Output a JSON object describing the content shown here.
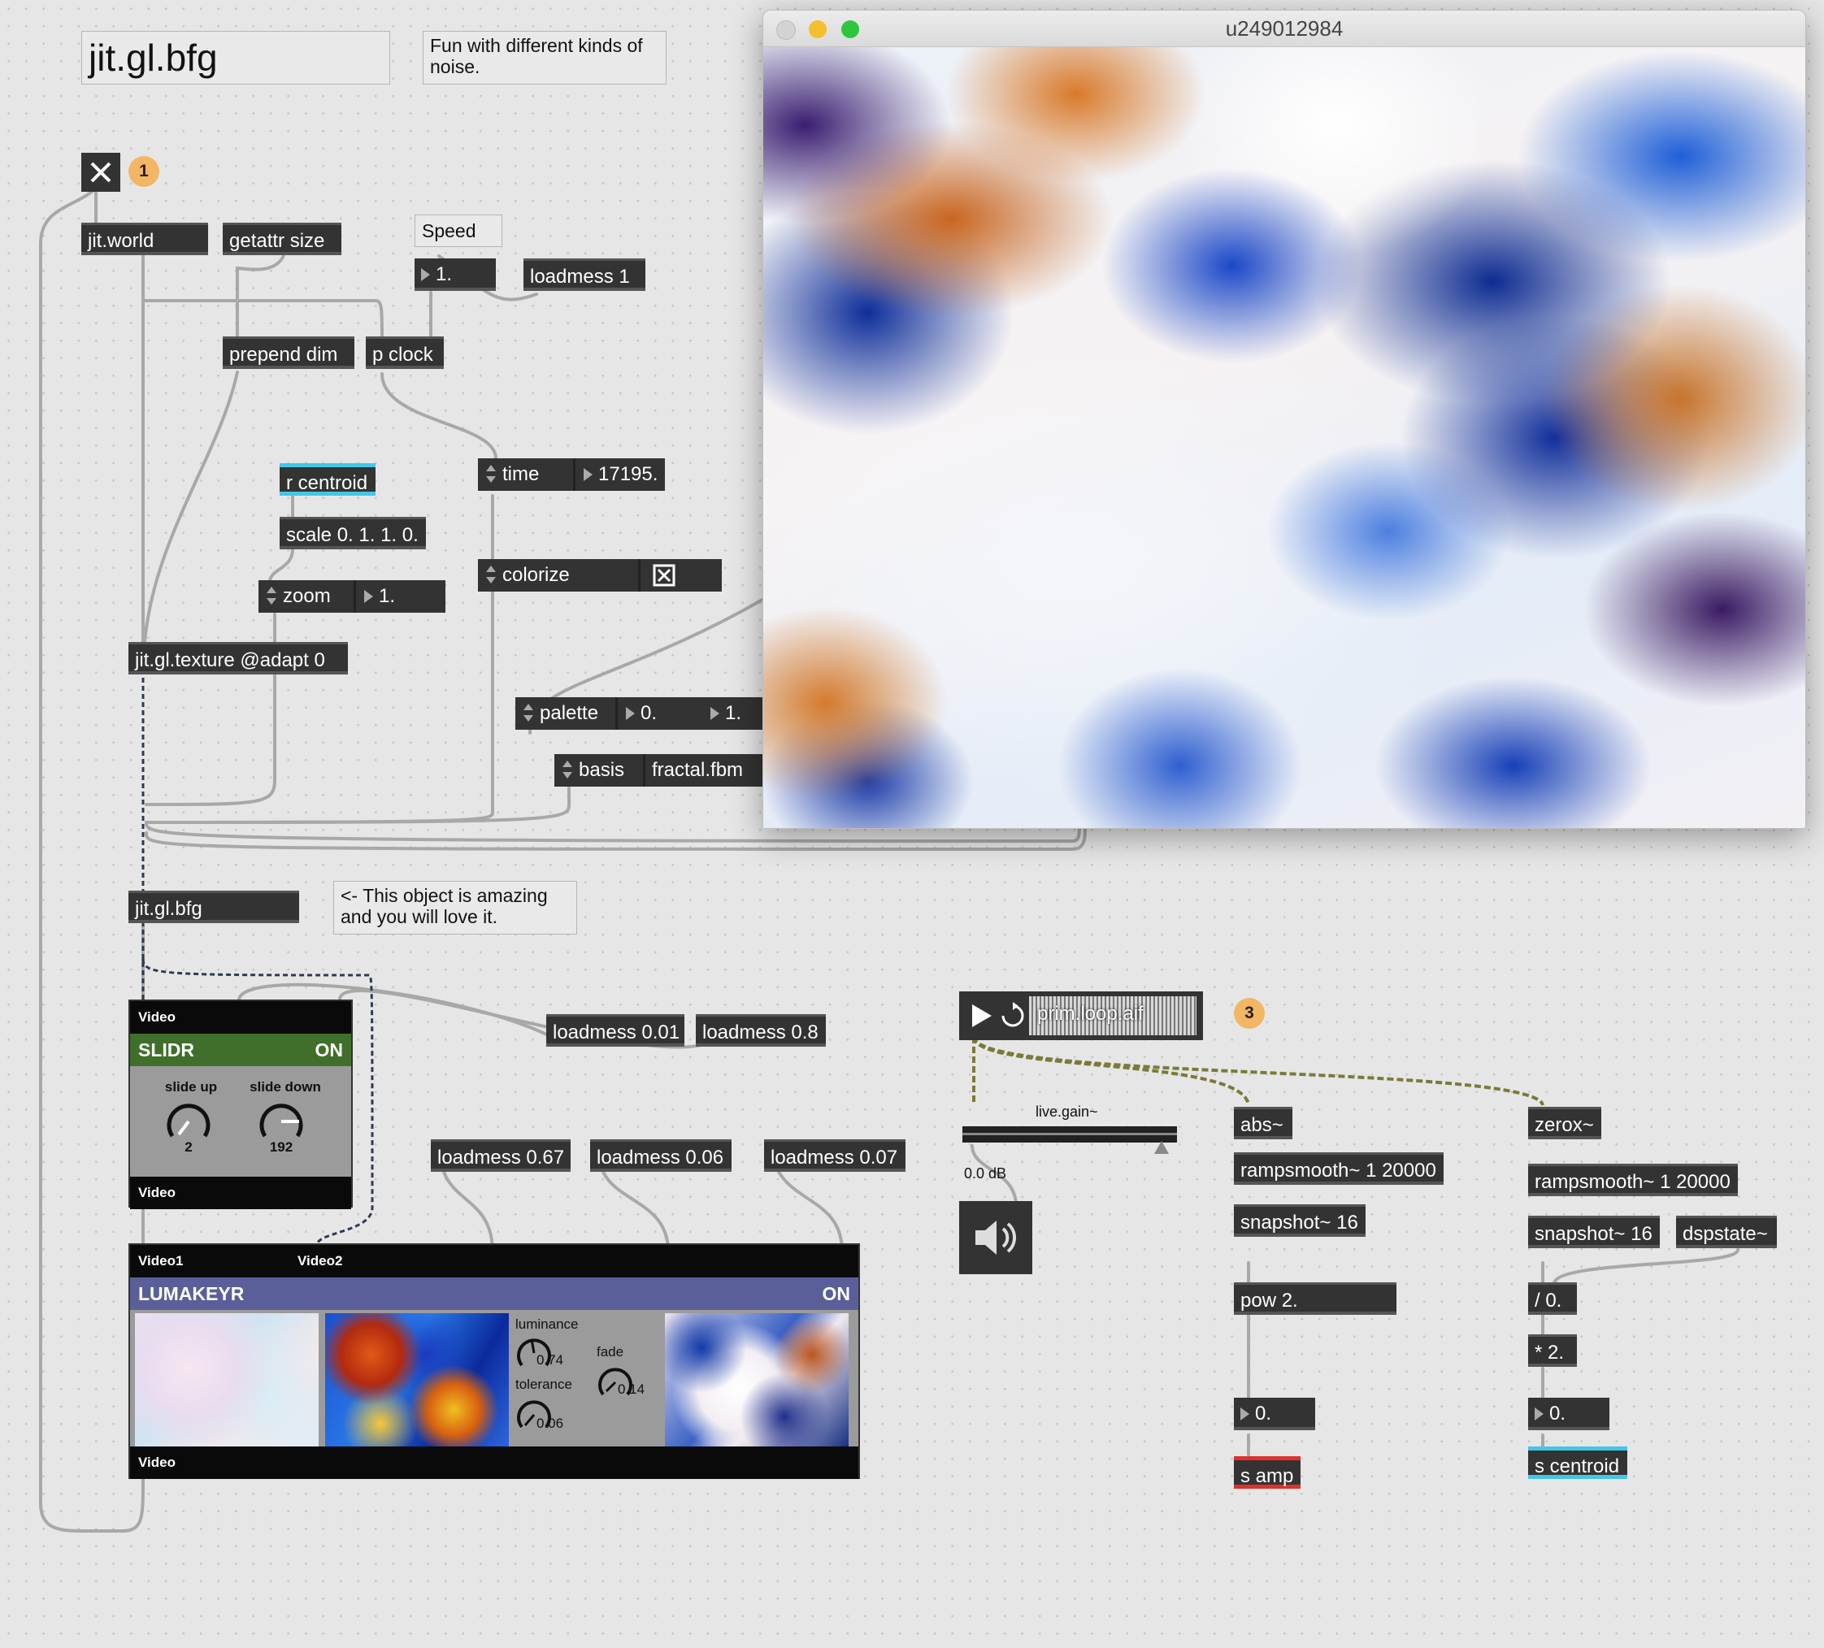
{
  "patcher": {
    "title_comment": "jit.gl.bfg",
    "subtitle_comment": "Fun with different kinds of noise.",
    "amazing_comment": "<- This object is amazing and you will love it.",
    "speed_comment": "Speed"
  },
  "objects": {
    "jit_world": "jit.world",
    "getattr_size": "getattr size",
    "prepend_dim": "prepend dim",
    "p_clock": "p clock",
    "loadmess_1": "loadmess 1",
    "r_centroid": "r centroid",
    "scale": "scale 0. 1. 1. 0.",
    "jit_gl_texture": "jit.gl.texture @adapt 0",
    "jit_gl_bfg": "jit.gl.bfg",
    "loadmess_001": "loadmess 0.01",
    "loadmess_08": "loadmess 0.8",
    "loadmess_067": "loadmess 0.67",
    "loadmess_006": "loadmess 0.06",
    "loadmess_007": "loadmess 0.07",
    "abs": "abs~",
    "rampsmooth_a": "rampsmooth~ 1 20000",
    "snapshot_a": "snapshot~ 16",
    "pow": "pow 2.",
    "s_amp": "s amp",
    "zerox": "zerox~",
    "rampsmooth_b": "rampsmooth~ 1 20000",
    "snapshot_b": "snapshot~ 16",
    "dspstate": "dspstate~",
    "div": "/ 0.",
    "mul": "* 2.",
    "s_centroid": "s centroid"
  },
  "numbers": {
    "speed": "1.",
    "zoom_val": "1.",
    "amp_out": "0.",
    "centroid_out": "0."
  },
  "attrs": {
    "time_label": "time",
    "time_value": "17195.",
    "colorize_label": "colorize",
    "zoom_label": "zoom",
    "palette_label": "palette",
    "palette_v1": "0.",
    "palette_v2": "1.",
    "basis_label": "basis",
    "basis_value": "fractal.fbm"
  },
  "badges": {
    "b1": "1",
    "b3": "3"
  },
  "slidr": {
    "in_label": "Video",
    "title": "SLIDR",
    "state": "ON",
    "knob1_label": "slide up",
    "knob1_value": "2",
    "knob2_label": "slide down",
    "knob2_value": "192",
    "out_label": "Video"
  },
  "lumakeyr": {
    "in1": "Video1",
    "in2": "Video2",
    "title": "LUMAKEYR",
    "state": "ON",
    "luminance_label": "luminance",
    "luminance_value": "0.74",
    "tolerance_label": "tolerance",
    "tolerance_value": "0.06",
    "fade_label": "fade",
    "fade_value": "0.14",
    "out_label": "Video"
  },
  "audio": {
    "player_file": "prim.loop.aif",
    "gain_label": "live.gain~",
    "gain_value": "0.0 dB"
  },
  "window": {
    "title": "u249012984"
  },
  "colors": {
    "object_bg": "#333333",
    "receive_accent": "#43c6e8",
    "send_amp_accent": "#e0302c",
    "send_centroid_accent": "#43c6e8",
    "badge": "#f3b665",
    "slidr_header": "#3f6f2a",
    "lumakeyr_header": "#5a5f9a"
  }
}
